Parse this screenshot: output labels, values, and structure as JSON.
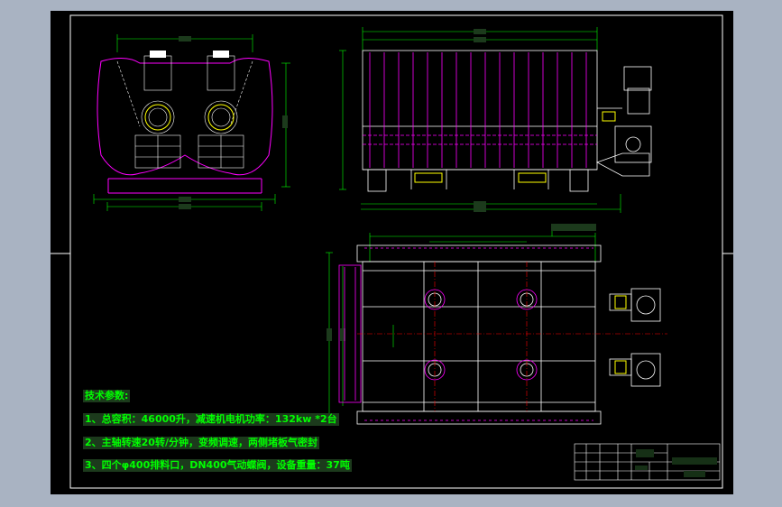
{
  "drawing": {
    "notes": {
      "title": "技术参数:",
      "line1": "1、总容积：46000升，减速机电机功率：132kw *2台",
      "line2": "2、主轴转速20转/分钟，变频调速，两侧堵板气密封",
      "line3": "3、四个φ400排料口，DN400气动蝶阀，设备重量：37吨"
    },
    "colors": {
      "background": "#000000",
      "frame": "#ffffff",
      "geometry": "#ffffff",
      "magenta": "#ff00ff",
      "dimension": "#00ff00",
      "centerline": "#ff0000",
      "outer_bg": "#a9b3c2"
    }
  }
}
